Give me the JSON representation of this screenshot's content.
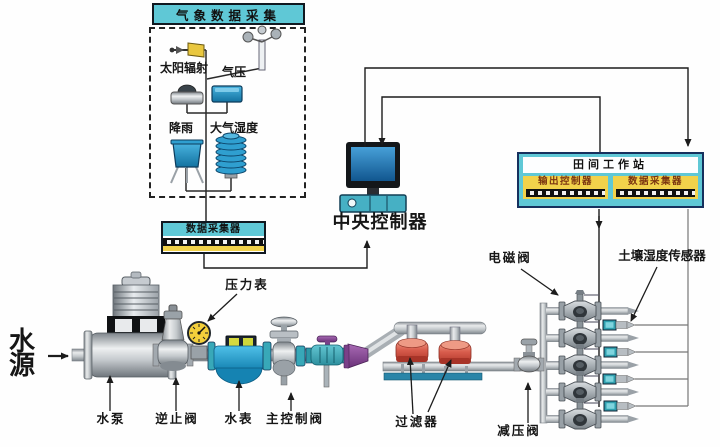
{
  "weather_station": {
    "title": "气象数据采集",
    "solar_radiation": "太阳辐射",
    "air_pressure": "气压",
    "rainfall": "降雨",
    "humidity": "大气湿度",
    "collector": "数据采集器"
  },
  "central_controller": "中央控制器",
  "field_station": {
    "title": "田间工作站",
    "output_controller": "输出控制器",
    "data_collector": "数据采集器"
  },
  "labels": {
    "water_source": "水\n源",
    "pump": "水泵",
    "check_valve": "逆止阀",
    "pressure_gauge": "压力表",
    "water_meter": "水表",
    "main_control_valve": "主控制阀",
    "filter": "过滤器",
    "pressure_reducing_valve": "减压阀",
    "solenoid_valve": "电磁阀",
    "soil_moisture_sensor": "土壤湿度传感器"
  },
  "counts": {
    "solenoid_valves": 5,
    "soil_moisture_sensors": 4,
    "filters": 2
  },
  "colors": {
    "cyan_header": "#5fc8d6",
    "yellow_band": "#f2d24b",
    "band_text_red": "#7a3410",
    "filter_red": "#d85c4c",
    "meter_blue": "#2fa8d5",
    "platform_teal": "#2a85a8",
    "purple_fitting": "#8a4a9a",
    "pipe_gray": "#b9bfc4",
    "wire_black": "#1c1c1c"
  }
}
